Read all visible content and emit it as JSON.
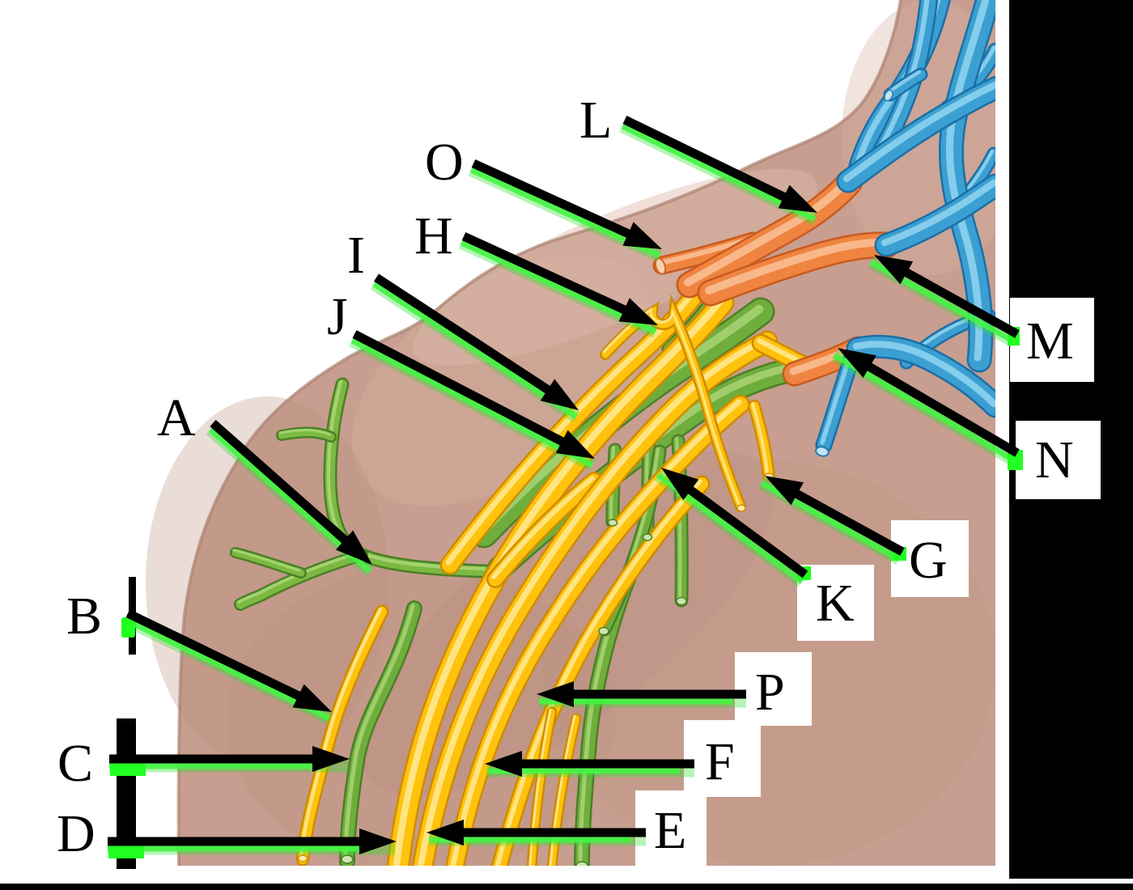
{
  "figure": {
    "kind": "labeled anatomical diagram (brachial plexus region, shoulder/neck)",
    "letters_plain": [
      "L",
      "O",
      "H",
      "I",
      "J",
      "A",
      "B",
      "C",
      "D"
    ],
    "letters_boxed": [
      "M",
      "N",
      "G",
      "K",
      "P",
      "F",
      "E"
    ]
  },
  "labels": [
    {
      "letter": "L",
      "boxed": false
    },
    {
      "letter": "O",
      "boxed": false
    },
    {
      "letter": "H",
      "boxed": false
    },
    {
      "letter": "I",
      "boxed": false
    },
    {
      "letter": "J",
      "boxed": false
    },
    {
      "letter": "A",
      "boxed": false
    },
    {
      "letter": "B",
      "boxed": false
    },
    {
      "letter": "C",
      "boxed": false
    },
    {
      "letter": "D",
      "boxed": false
    },
    {
      "letter": "M",
      "boxed": true
    },
    {
      "letter": "N",
      "boxed": true
    },
    {
      "letter": "G",
      "boxed": true
    },
    {
      "letter": "K",
      "boxed": true
    },
    {
      "letter": "P",
      "boxed": true
    },
    {
      "letter": "F",
      "boxed": true
    },
    {
      "letter": "E",
      "boxed": true
    }
  ],
  "colors": {
    "background": "#ffffff",
    "skin": "#c79e8f",
    "skin_edge": "#ad8271",
    "nerve_yellow": "#ffc20d",
    "nerve_yellow_dark": "#d08a00",
    "nerve_yellow_light": "#ffe88f",
    "nerve_green": "#6fae3c",
    "nerve_green_dark": "#4c7f26",
    "nerve_green_light": "#a6d272",
    "trunk_orange": "#ef8440",
    "trunk_orange_dark": "#c85a1e",
    "trunk_orange_light": "#f9be92",
    "vessel_blue": "#3b9fd2",
    "vessel_blue_dark": "#1c6fa6",
    "vessel_blue_light": "#8ed2ee",
    "arrow_black": "#000000",
    "arrow_glow_green": "#3cf53c",
    "mask_bar_black": "#000000",
    "label_box_white": "#ffffff"
  }
}
